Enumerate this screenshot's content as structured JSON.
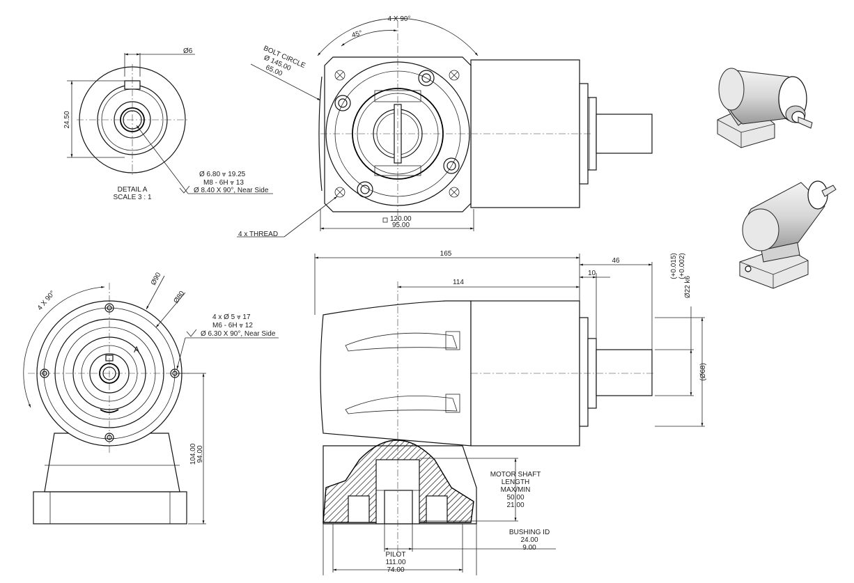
{
  "detail_a": {
    "dia_6": "Ø6",
    "height": "24.50",
    "title": "DETAIL A",
    "scale": "SCALE 3 : 1",
    "note_line1": "Ø 6.80 ⩔ 19.25",
    "note_line2": "M8 - 6H ⩔ 13",
    "note_line3": "Ø 8.40 X 90°, Near Side"
  },
  "top_view": {
    "angle_4x90": "4 X 90°",
    "angle_45": "45°",
    "bolt_label": "BOLT CIRCLE",
    "bolt_dia": "Ø 145.00",
    "bolt_dia2": "65.00",
    "square_1": "120.00",
    "square_2": "95.00",
    "thread": "4 x THREAD"
  },
  "front_view": {
    "angle_4x90": "4 X 90°",
    "dia_90": "Ø90",
    "dia_80": "Ø80",
    "hole_line1": "4 x Ø 5 ⩔ 17",
    "hole_line2": "M6 - 6H ⩔ 12",
    "hole_line3": "Ø 6.30 X 90°, Near Side",
    "detail_marker": "A",
    "height_1": "104.00",
    "height_2": "94.00"
  },
  "side_view": {
    "len_165": "165",
    "len_114": "114",
    "len_46": "46",
    "len_10": "10",
    "tol_upper": "(+0.015)",
    "tol_lower": "(+0.002)",
    "shaft_dia": "Ø22 k6",
    "body_dia": "(Ø68)",
    "motor_shaft_1": "MOTOR SHAFT",
    "motor_shaft_2": "LENGTH",
    "motor_shaft_3": "MAX/MIN",
    "motor_shaft_max": "50.00",
    "motor_shaft_min": "21.00",
    "bushing_label": "BUSHING ID",
    "bushing_max": "24.00",
    "bushing_min": "9.00",
    "pilot_label": "PILOT",
    "pilot_max": "111.00",
    "pilot_min": "74.00"
  }
}
